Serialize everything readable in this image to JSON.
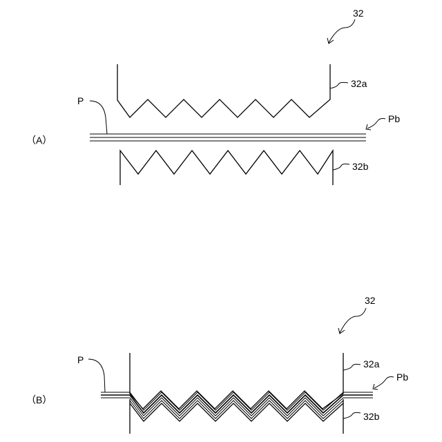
{
  "figure_a": {
    "panel_label": "（A）",
    "ref_assembly": "32",
    "ref_upper_die": "32a",
    "ref_lower_die": "32b",
    "ref_sheet": "P",
    "ref_stack": "Pb"
  },
  "figure_b": {
    "panel_label": "（B）",
    "ref_assembly": "32",
    "ref_upper_die": "32a",
    "ref_lower_die": "32b",
    "ref_sheet": "P",
    "ref_stack": "Pb"
  }
}
